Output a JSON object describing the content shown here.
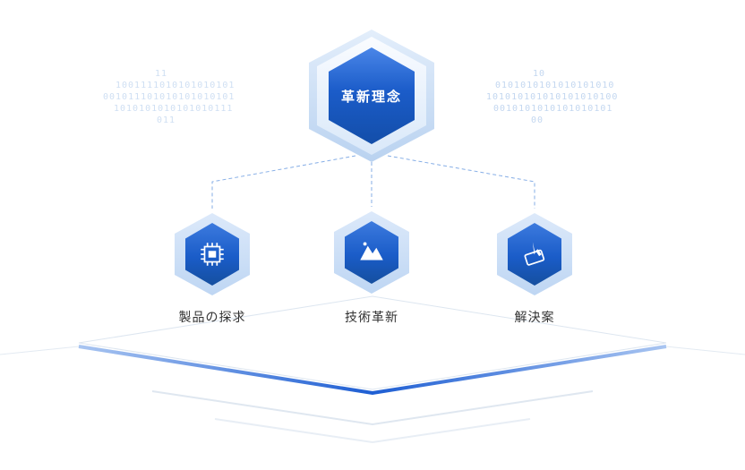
{
  "root": {
    "label": "革新理念"
  },
  "children": [
    {
      "label": "製品の探求",
      "icon": "chip-icon"
    },
    {
      "label": "技術革新",
      "icon": "mountain-icon"
    },
    {
      "label": "解決案",
      "icon": "hand-tap-icon"
    }
  ],
  "background": {
    "left_binary": [
      "11",
      "1001111010101010101",
      "001011101010101010101",
      "1010101010101010111",
      "011"
    ],
    "right_binary": [
      "10",
      "0101010101010101010",
      "101010101010101010100",
      "0010101010101010101",
      "00"
    ]
  },
  "colors": {
    "hex_dark_blue": "#1a5cc8",
    "hex_light_blue": "#cdddf5",
    "platform_blue": "#1e5ed3",
    "connector_blue": "#86aee6",
    "binary_blue": "#cfdff3",
    "label_color": "#333333"
  }
}
